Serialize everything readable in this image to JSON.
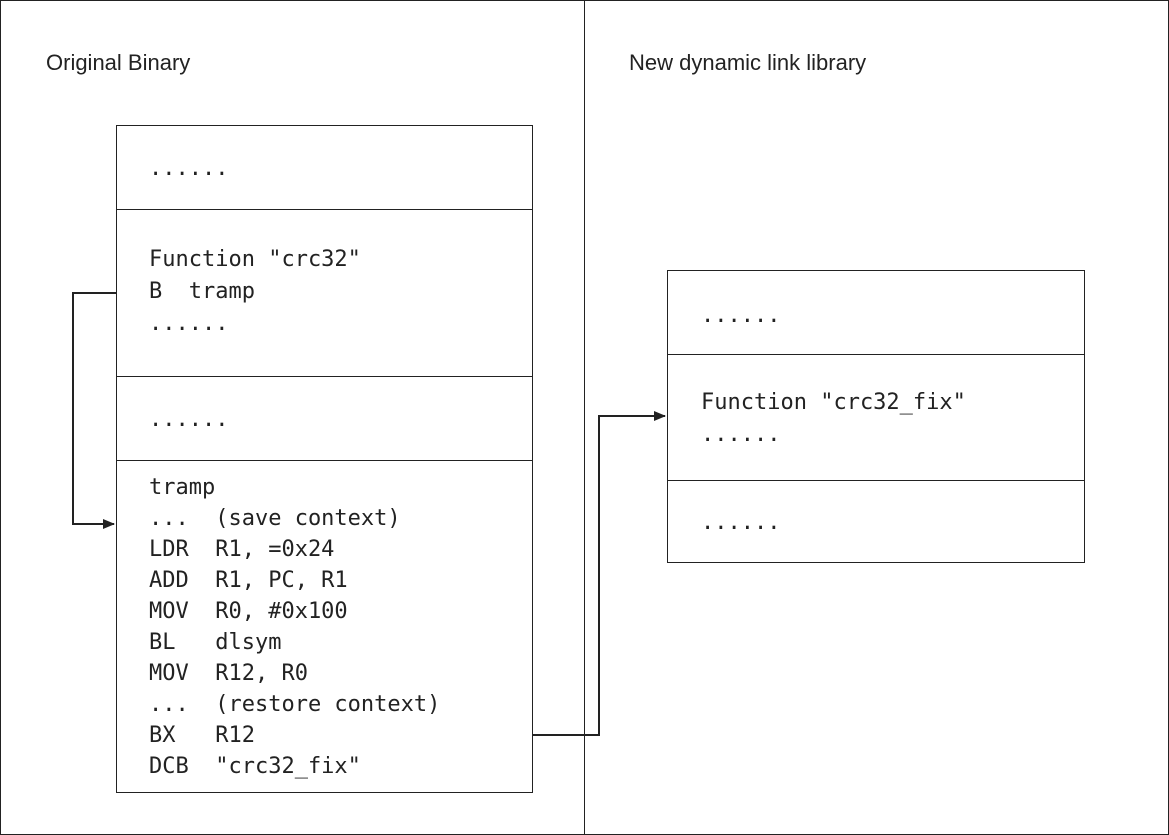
{
  "left_panel": {
    "title": "Original Binary",
    "sections": [
      {
        "lines": [
          "......"
        ]
      },
      {
        "lines": [
          "Function \"crc32\"",
          "B  tramp",
          "......"
        ]
      },
      {
        "lines": [
          "......"
        ]
      },
      {
        "lines": [
          "tramp",
          "...  (save context)",
          "LDR  R1, =0x24",
          "ADD  R1, PC, R1",
          "MOV  R0, #0x100",
          "BL   dlsym",
          "MOV  R12, R0",
          "...  (restore context)",
          "BX   R12",
          "DCB  \"crc32_fix\""
        ]
      }
    ]
  },
  "right_panel": {
    "title": "New dynamic link library",
    "sections": [
      {
        "lines": [
          "......"
        ]
      },
      {
        "lines": [
          "Function \"crc32_fix\"",
          "......"
        ]
      },
      {
        "lines": [
          "......"
        ]
      }
    ]
  },
  "colors": {
    "stroke": "#222222",
    "background": "#ffffff"
  }
}
